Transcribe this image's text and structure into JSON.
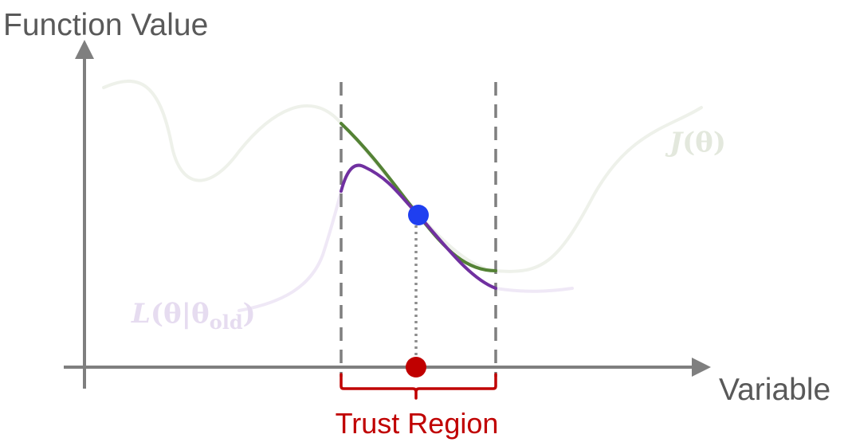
{
  "labels": {
    "y_axis": "Function Value",
    "x_axis": "Variable",
    "region": "Trust Region",
    "objective_main": "J",
    "objective_arg": "(θ)",
    "surrogate_main": "L",
    "surrogate_arg_open": "(θ|θ",
    "surrogate_sub": "old",
    "surrogate_arg_close": ")"
  },
  "colors": {
    "axis": "#7f7f7f",
    "boundary": "#7f7f7f",
    "objective_faded": "#eef1ea",
    "surrogate_faded": "#efe8f6",
    "objective_in_region": "#548235",
    "surrogate_in_region": "#7030a0",
    "current_point": "#1f3ff0",
    "projection_point": "#c00000",
    "bracket": "#c00000",
    "label_text": "#595959",
    "objective_label": "#e3e8dd",
    "surrogate_label": "#e6dcf0"
  }
}
